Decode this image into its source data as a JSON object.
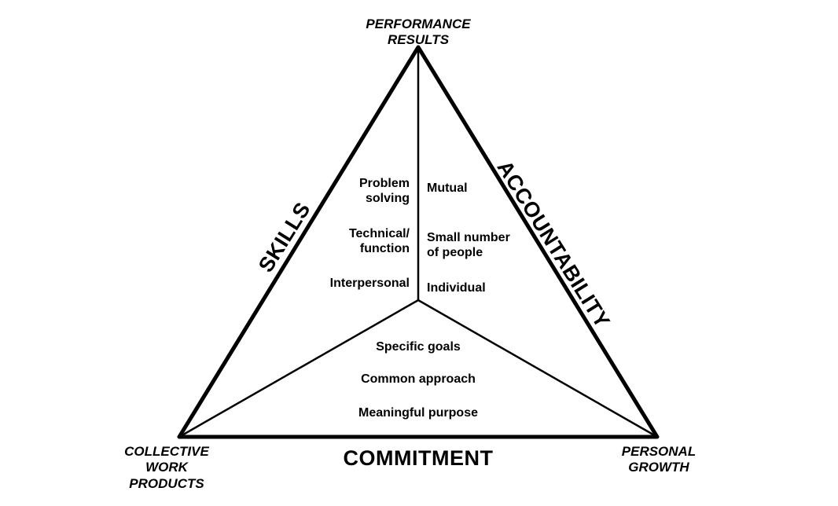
{
  "colors": {
    "line": "#000000",
    "background": "#ffffff"
  },
  "corners": {
    "top": "PERFORMANCE\nRESULTS",
    "bottom_left": "COLLECTIVE\nWORK\nPRODUCTS",
    "bottom_right": "PERSONAL\nGROWTH"
  },
  "sides": {
    "left": "SKILLS",
    "right": "ACCOUNTABILITY",
    "bottom": "COMMITMENT"
  },
  "skills_items": [
    "Problem\nsolving",
    "Technical/\nfunction",
    "Interpersonal"
  ],
  "accountability_items": [
    "Mutual",
    "Small number\nof people",
    "Individual"
  ],
  "commitment_items": [
    "Specific goals",
    "Common approach",
    "Meaningful purpose"
  ]
}
